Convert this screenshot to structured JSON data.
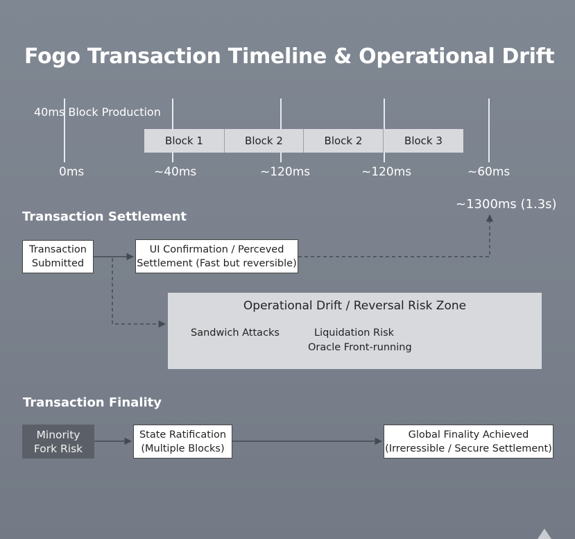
{
  "title": "Fogo Transaction Timeline & Operational Drift",
  "timeline": {
    "label": "40ms Block Production",
    "blocks": [
      "Block 1",
      "Block 2",
      "Block 2",
      "Block 3"
    ],
    "ticks": [
      "0ms",
      "~40ms",
      "~120ms",
      "~120ms",
      "~60ms"
    ],
    "end_marker": "~1300ms (1.3s)"
  },
  "settlement": {
    "heading": "Transaction Settlement",
    "submitted": [
      "Transaction",
      "Submitted"
    ],
    "ui_confirmation": [
      "UI Confirmation / Perceved",
      "Settlement (Fast but reversible)"
    ],
    "risk_zone": {
      "title": "Operational Drift / Reversal Risk Zone",
      "items": [
        "Sandwich Attacks",
        "Liquidation Risk",
        "Oracle Front-running"
      ]
    }
  },
  "finality": {
    "heading": "Transaction Finality",
    "minority": [
      "Minority",
      "Fork Risk"
    ],
    "ratification": [
      "State Ratification",
      "(Multiple Blocks)"
    ],
    "global": [
      "Global Finality Achieved",
      "(Irreressible / Secure Settlement)"
    ]
  },
  "colors": {
    "background": "#7a818c",
    "block_fill": "#d7d9dd",
    "dark_box": "#5b6068",
    "box_fill": "#ffffff"
  }
}
